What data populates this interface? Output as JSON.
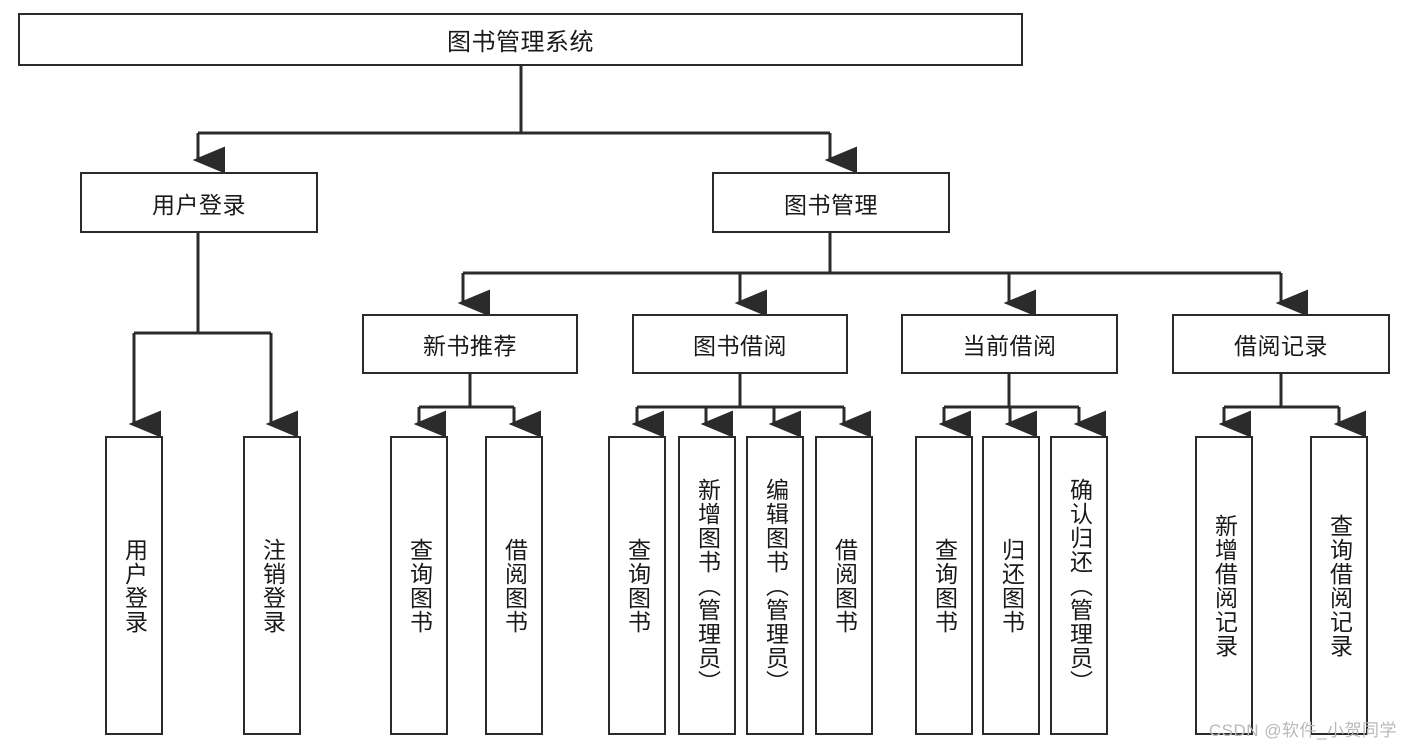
{
  "diagram": {
    "title": "图书管理系统",
    "type": "tree-hierarchy",
    "colors": {
      "box_border": "#2b2b2b",
      "box_fill": "#ffffff",
      "edge": "#2b2b2b",
      "text": "#1a1a1a",
      "watermark": "#b9b9b9"
    },
    "nodes": {
      "root": {
        "label": "图书管理系统"
      },
      "level2": [
        {
          "id": "user-login",
          "label": "用户登录"
        },
        {
          "id": "book-management",
          "label": "图书管理"
        }
      ],
      "level3": [
        {
          "id": "new-book-recommend",
          "label": "新书推荐"
        },
        {
          "id": "book-borrow",
          "label": "图书借阅"
        },
        {
          "id": "current-borrow",
          "label": "当前借阅"
        },
        {
          "id": "borrow-record",
          "label": "借阅记录"
        }
      ],
      "leaves": {
        "user_login": [
          {
            "id": "leaf-user-login",
            "label": "用户登录"
          },
          {
            "id": "leaf-logout-login",
            "label": "注销登录"
          }
        ],
        "new_book_recommend": [
          {
            "id": "leaf-query-book-1",
            "label": "查询图书"
          },
          {
            "id": "leaf-borrow-book-1",
            "label": "借阅图书"
          }
        ],
        "book_borrow": [
          {
            "id": "leaf-query-book-2",
            "label": "查询图书"
          },
          {
            "id": "leaf-add-book",
            "label": "新增图书（管理员）"
          },
          {
            "id": "leaf-edit-book",
            "label": "编辑图书（管理员）"
          },
          {
            "id": "leaf-borrow-book-2",
            "label": "借阅图书"
          }
        ],
        "current_borrow": [
          {
            "id": "leaf-query-book-3",
            "label": "查询图书"
          },
          {
            "id": "leaf-return-book",
            "label": "归还图书"
          },
          {
            "id": "leaf-confirm-return",
            "label": "确认归还（管理员）"
          }
        ],
        "borrow_record": [
          {
            "id": "leaf-add-borrow-record",
            "label": "新增借阅记录"
          },
          {
            "id": "leaf-query-borrow-record",
            "label": "查询借阅记录"
          }
        ]
      }
    },
    "watermark": "CSDN @软件_小贺同学"
  }
}
